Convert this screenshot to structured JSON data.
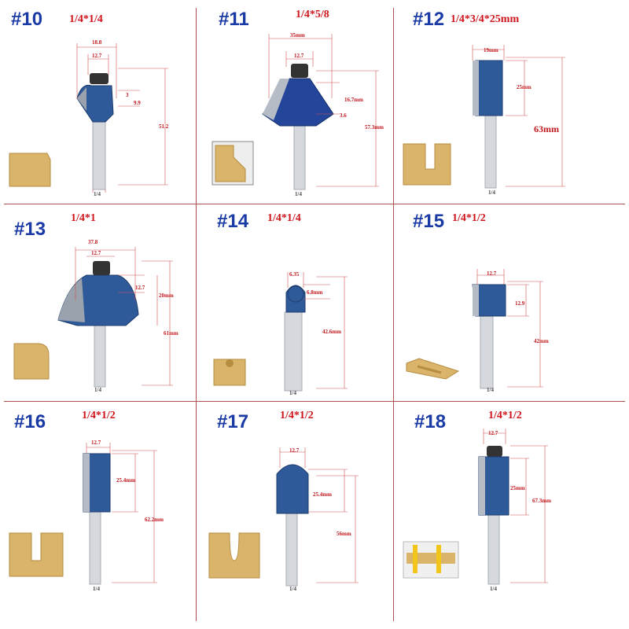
{
  "colors": {
    "accent_blue": "#1a3aa6",
    "label_red": "#d0141c",
    "steel": "#2f5a9a",
    "wood": "#d9b46a",
    "grid": "#b05050"
  },
  "bits": [
    {
      "number": "#10",
      "spec": "1/4*1/4",
      "shank": "1/4",
      "dims": [
        "18.8",
        "12.7",
        "3",
        "9.9",
        "51.2"
      ]
    },
    {
      "number": "#11",
      "spec": "1/4*5/8",
      "shank": "1/4",
      "dims": [
        "35mm",
        "12.7",
        "16.7mm",
        "3.6",
        "57.3mm"
      ]
    },
    {
      "number": "#12",
      "spec": "1/4*3/4*25mm",
      "shank": "1/4",
      "dims": [
        "19mm",
        "25mm",
        "63mm"
      ]
    },
    {
      "number": "#13",
      "spec": "1/4*1",
      "shank": "1/4",
      "dims": [
        "37.8",
        "12.7",
        "12.7",
        "20mm",
        "61mm"
      ]
    },
    {
      "number": "#14",
      "spec": "1/4*1/4",
      "shank": "1/4",
      "dims": [
        "6.35",
        "6.8mm",
        "42.6mm"
      ]
    },
    {
      "number": "#15",
      "spec": "1/4*1/2",
      "shank": "1/4",
      "dims": [
        "12.7",
        "12.9",
        "42mm"
      ]
    },
    {
      "number": "#16",
      "spec": "1/4*1/2",
      "shank": "1/4",
      "dims": [
        "12.7",
        "25.4mm",
        "62.2mm"
      ]
    },
    {
      "number": "#17",
      "spec": "1/4*1/2",
      "shank": "1/4",
      "dims": [
        "12.7",
        "25.4mm",
        "56mm"
      ]
    },
    {
      "number": "#18",
      "spec": "1/4*1/2",
      "shank": "1/4",
      "dims": [
        "12.7",
        "25mm",
        "67.3mm"
      ]
    }
  ]
}
